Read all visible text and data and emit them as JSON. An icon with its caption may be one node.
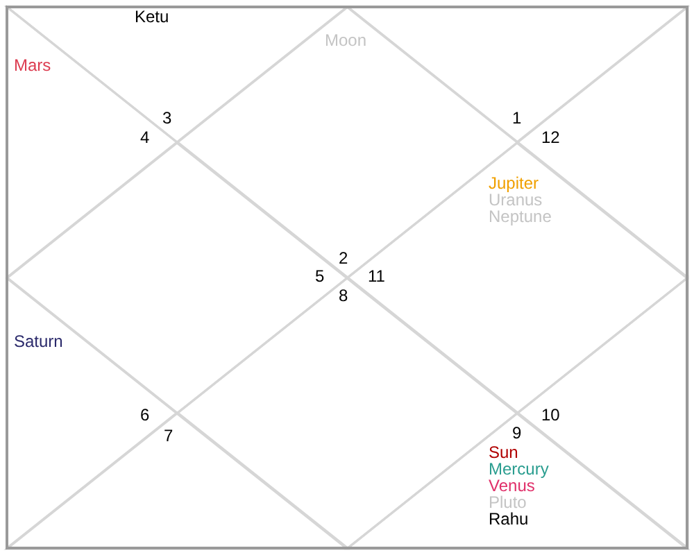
{
  "diagram": {
    "nodes": [
      {
        "text": [
          "Moon",
          "2"
        ]
      },
      {
        "text": [
          "Ketu",
          "3"
        ]
      },
      {
        "text": [
          "Mars",
          "4"
        ]
      },
      {
        "text": [
          "5"
        ]
      },
      {
        "text": [
          "Saturn",
          "6"
        ]
      },
      {
        "text": [
          "7"
        ]
      },
      {
        "text": [
          "8"
        ]
      },
      {
        "text": [
          "9",
          "Sun",
          "Mercury",
          "Venus",
          "Pluto",
          "Rahu"
        ]
      },
      {
        "text": [
          "10"
        ]
      },
      {
        "text": [
          "Jupiter",
          "Uranus",
          "Neptune",
          "11"
        ]
      },
      {
        "text": [
          "12"
        ]
      },
      {
        "text": [
          "1"
        ]
      }
    ]
  }
}
